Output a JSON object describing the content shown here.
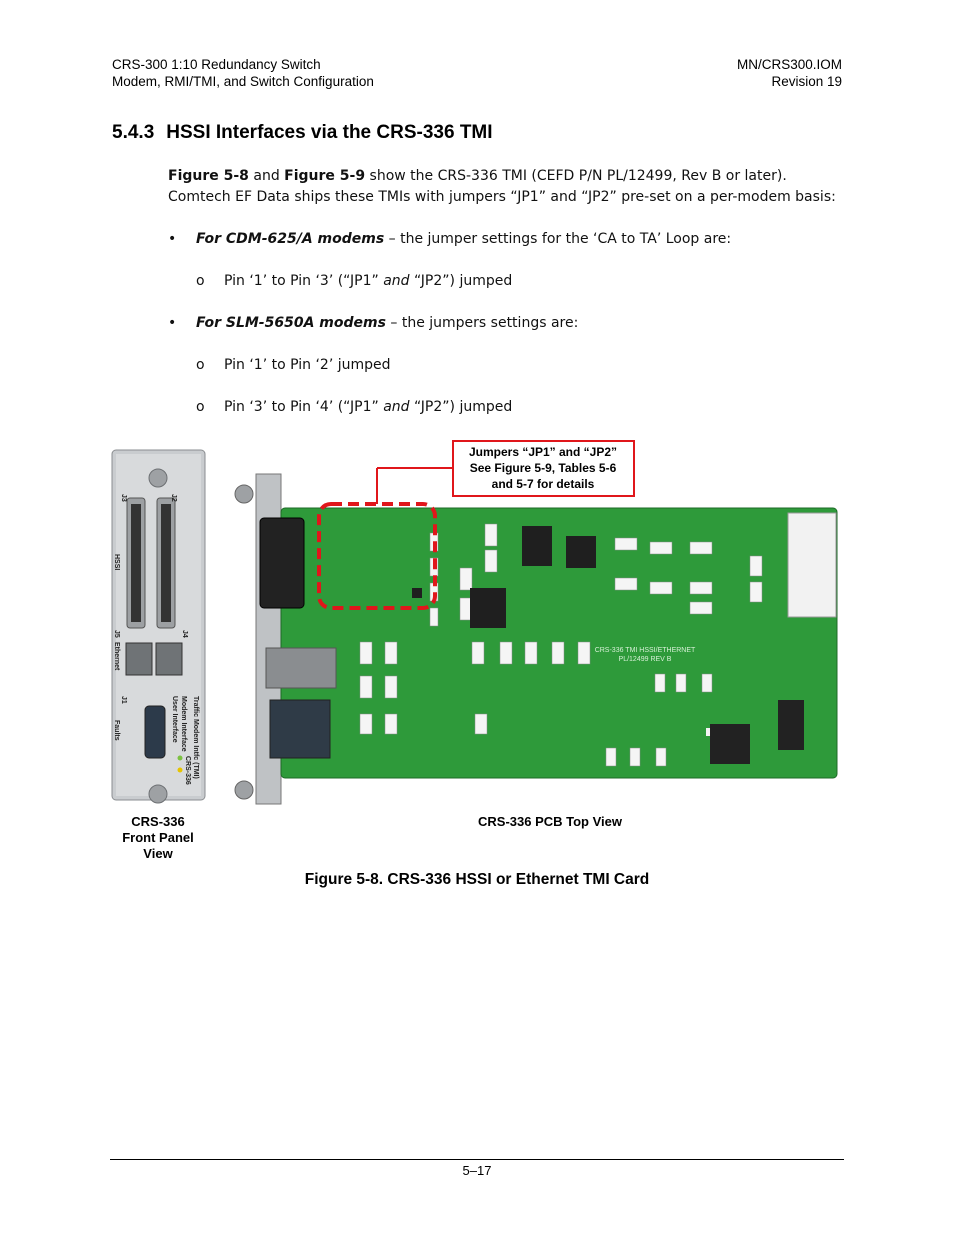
{
  "header": {
    "left_line1": "CRS-300 1:10 Redundancy Switch",
    "left_line2": "Modem, RMI/TMI, and Switch Configuration",
    "right_line1": "MN/CRS300.IOM",
    "right_line2": "Revision 19"
  },
  "section": {
    "number": "5.4.3",
    "title": "HSSI Interfaces via the CRS-336 TMI"
  },
  "intro": {
    "fig_ref1": "Figure 5-8",
    "and": " and ",
    "fig_ref2": "Figure 5-9",
    "text": " show the CRS-336 TMI (CEFD P/N PL/12499, Rev B or later). Comtech EF Data ships these TMIs with jumpers “JP1” and “JP2” pre-set on a per-modem basis:"
  },
  "bullets": [
    {
      "lead": "For CDM-625/A modems",
      "text": " – the jumper settings for the ‘CA to TA’ Loop are:",
      "subs": [
        {
          "a": "Pin ‘1’ to Pin ‘3’ (“JP1” ",
          "em": "and",
          "b": " “JP2”) jumped"
        }
      ]
    },
    {
      "lead": "For SLM-5650A modems",
      "text": " – the jumpers settings are:",
      "subs": [
        {
          "a": "Pin ‘1’ to Pin ‘2’ jumped",
          "em": "",
          "b": ""
        },
        {
          "a": "Pin ‘3’ to Pin ‘4’ (“JP1” ",
          "em": "and",
          "b": "  “JP2”) jumped"
        }
      ]
    }
  ],
  "figure": {
    "callout_line1": "Jumpers “JP1” and “JP2”",
    "callout_line2": "See Figure 5-9, Tables 5-6",
    "callout_line3": "and 5-7 for details",
    "front_label1": "CRS-336",
    "front_label2": "Front Panel",
    "front_label3": "View",
    "pcb_label": "CRS-336 PCB Top View",
    "panel_text": {
      "j3": "J3",
      "j2": "J2",
      "hssi": "HSSI",
      "j5": "J5",
      "j4": "J4",
      "ethernet": "Ethernet",
      "j1": "J1",
      "faults": "Faults",
      "traffic": "Traffic Modem Intfc (TMI)",
      "ui": "User Interface",
      "mi": "Modem Interface",
      "model": "CRS-336"
    },
    "silk1": "CRS-336 TMI HSSI/ETHERNET",
    "silk2": "PL/12499 REV B",
    "colors": {
      "pcb": "#2e9a3a",
      "callout": "#e0161b"
    }
  },
  "caption": "Figure 5-8. CRS-336 HSSI or Ethernet TMI Card",
  "footer": {
    "page": "5–17"
  }
}
